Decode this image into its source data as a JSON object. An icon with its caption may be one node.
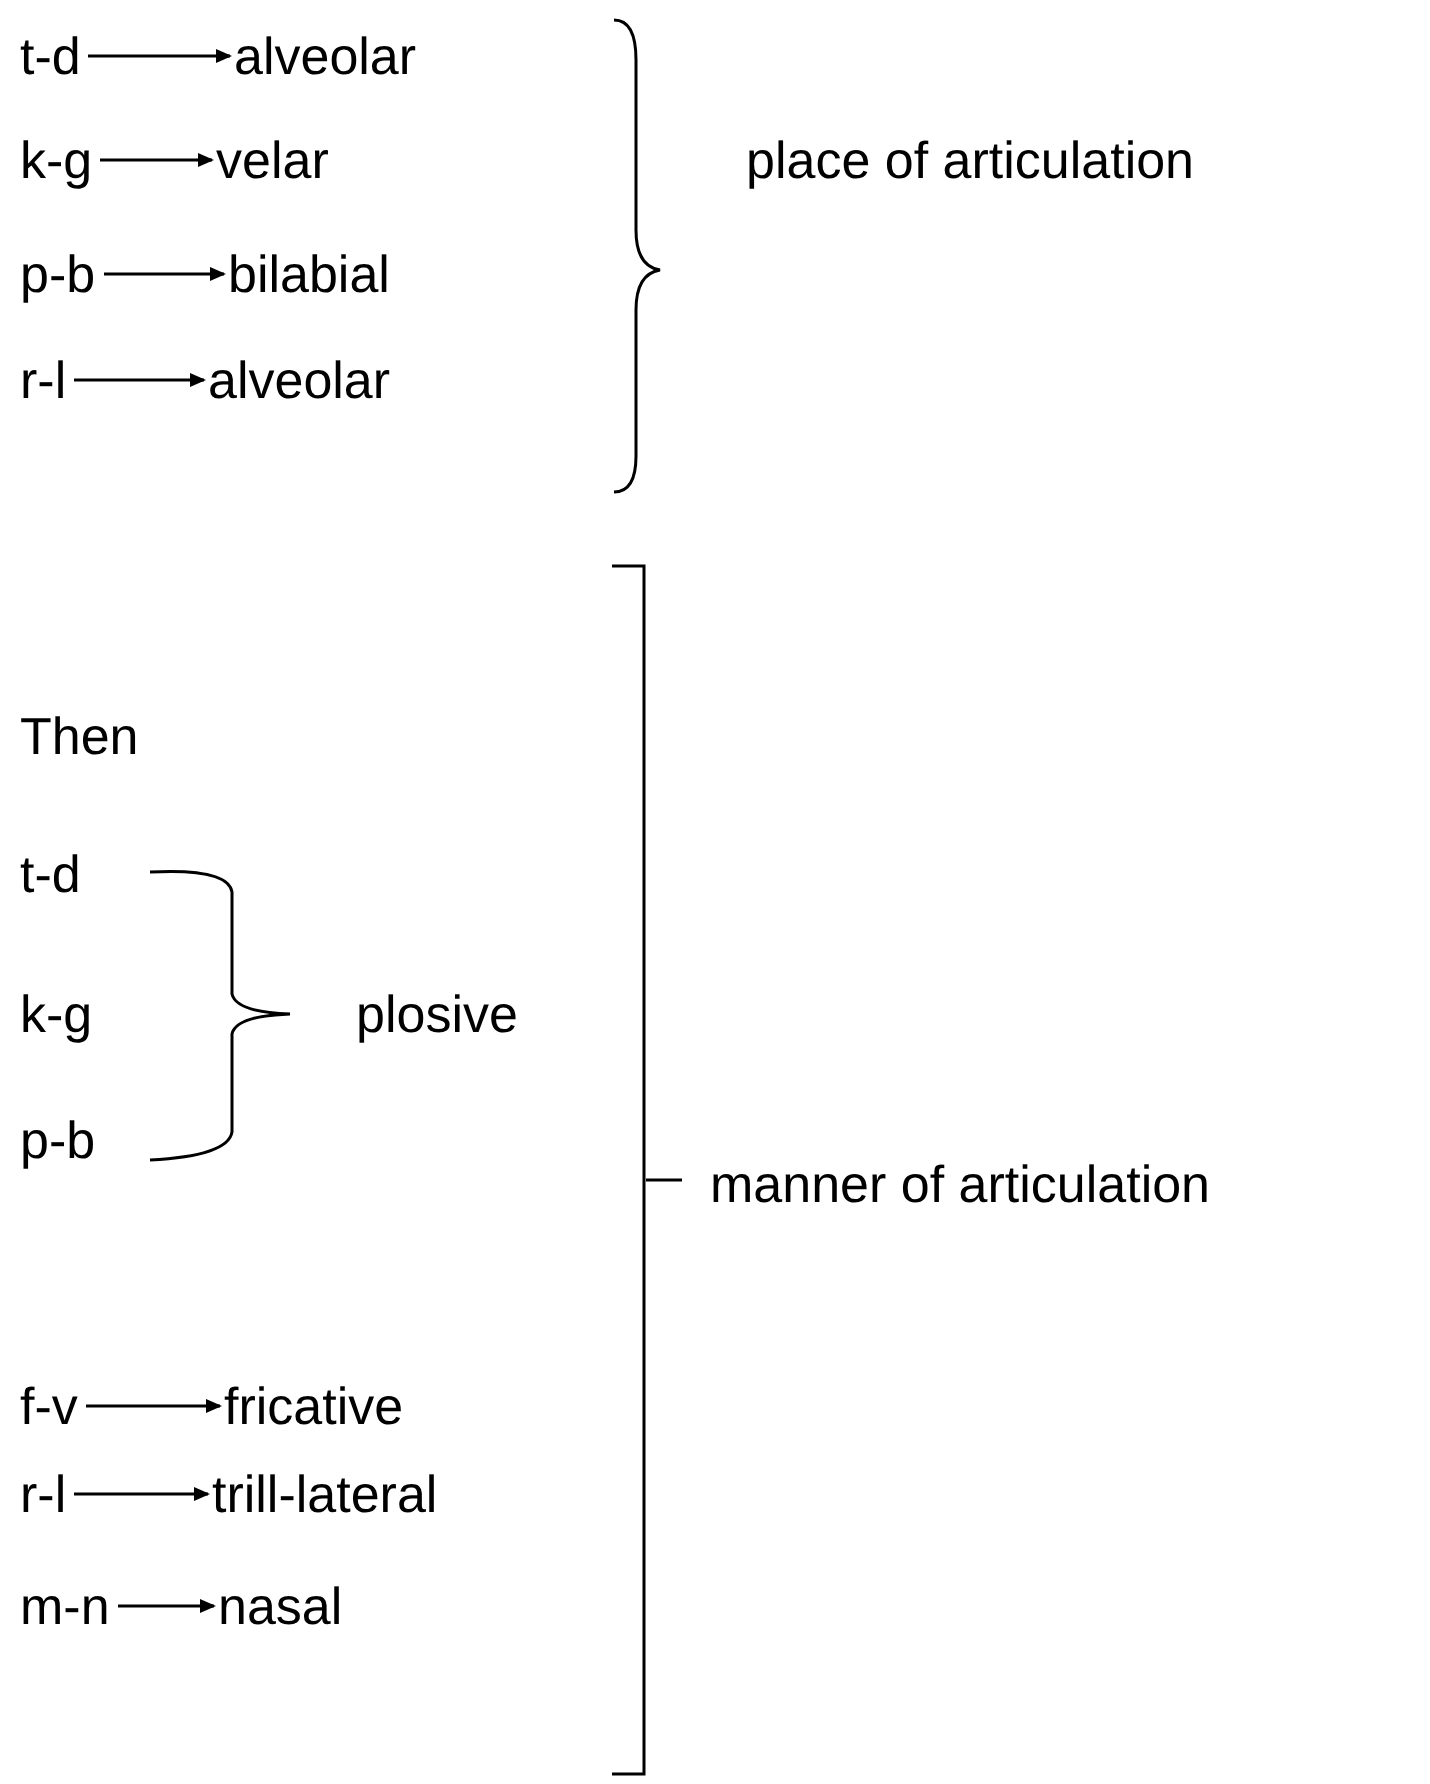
{
  "diagram": {
    "nodes": [
      {
        "text": [
          "t-d"
        ]
      },
      {
        "text": [
          "alveolar"
        ]
      },
      {
        "text": [
          "k-g"
        ]
      },
      {
        "text": [
          "velar"
        ]
      },
      {
        "text": [
          "p-b"
        ]
      },
      {
        "text": [
          "bilabial"
        ]
      },
      {
        "text": [
          "r-l"
        ]
      },
      {
        "text": [
          "alveolar"
        ]
      },
      {
        "text": [
          "f-v"
        ]
      },
      {
        "text": [
          "fricative"
        ]
      },
      {
        "text": [
          "r-l"
        ]
      },
      {
        "text": [
          "trill-lateral"
        ]
      },
      {
        "text": [
          "m-n"
        ]
      },
      {
        "text": [
          "nasal"
        ]
      }
    ],
    "edges": [
      {
        "from": 0,
        "to": 1,
        "arrow": "to"
      },
      {
        "from": 2,
        "to": 3,
        "arrow": "to"
      },
      {
        "from": 4,
        "to": 5,
        "arrow": "to"
      },
      {
        "from": 6,
        "to": 7,
        "arrow": "to"
      },
      {
        "from": 8,
        "to": 9,
        "arrow": "to"
      },
      {
        "from": 10,
        "to": 11,
        "arrow": "to"
      },
      {
        "from": 12,
        "to": 13,
        "arrow": "to"
      }
    ],
    "labels": [
      "place of articulation",
      "Then",
      "t-d",
      "k-g",
      "p-b",
      "plosive",
      "manner of articulation"
    ]
  }
}
